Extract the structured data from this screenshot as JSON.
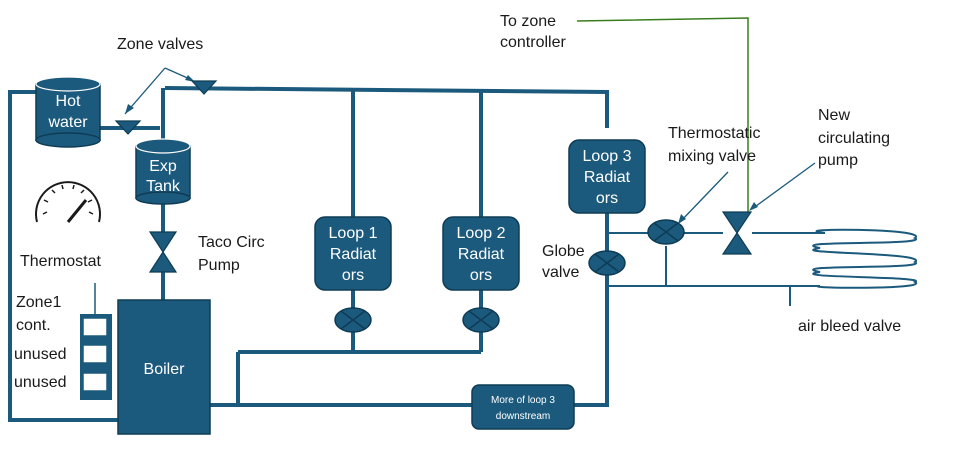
{
  "labels": {
    "zone_valves": "Zone valves",
    "to_zone_controller_1": "To zone",
    "to_zone_controller_2": "controller",
    "hot_water_1": "Hot",
    "hot_water_2": "water",
    "exp_tank_1": "Exp",
    "exp_tank_2": "Tank",
    "taco_1": "Taco Circ",
    "taco_2": "Pump",
    "thermostat": "Thermostat",
    "zone1_1": "Zone1",
    "zone1_2": "cont.",
    "unused_1": "unused",
    "unused_2": "unused",
    "boiler": "Boiler",
    "loop1_1": "Loop 1",
    "loop1_2": "Radiat",
    "loop1_3": "ors",
    "loop2_1": "Loop 2",
    "loop2_2": "Radiat",
    "loop2_3": "ors",
    "loop3_1": "Loop 3",
    "loop3_2": "Radiat",
    "loop3_3": "ors",
    "globe_1": "Globe",
    "globe_2": "valve",
    "mixing_1": "Thermostatic",
    "mixing_2": "mixing valve",
    "pump_1": "New",
    "pump_2": "circulating",
    "pump_3": "pump",
    "air_bleed": "air bleed valve",
    "downstream_1": "More of loop 3",
    "downstream_2": "downstream"
  }
}
